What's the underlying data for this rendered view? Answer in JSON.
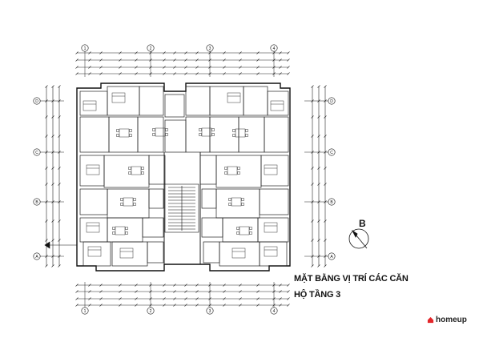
{
  "drawing": {
    "title_line1": "MẶT BẰNG VỊ TRÍ CÁC CĂN",
    "title_line2": "HỘ TẦNG 3",
    "compass_letter": "B",
    "grid_top": [
      "1",
      "2",
      "3",
      "4"
    ],
    "grid_bottom": [
      "1",
      "2",
      "3",
      "4"
    ],
    "grid_left": [
      "D",
      "C",
      "B",
      "A"
    ],
    "grid_right": [
      "D",
      "C",
      "B",
      "A"
    ]
  },
  "brand": {
    "name": "homeup",
    "color": "#e3262a"
  },
  "colors": {
    "line": "#1a1a1a",
    "background": "#ffffff"
  }
}
